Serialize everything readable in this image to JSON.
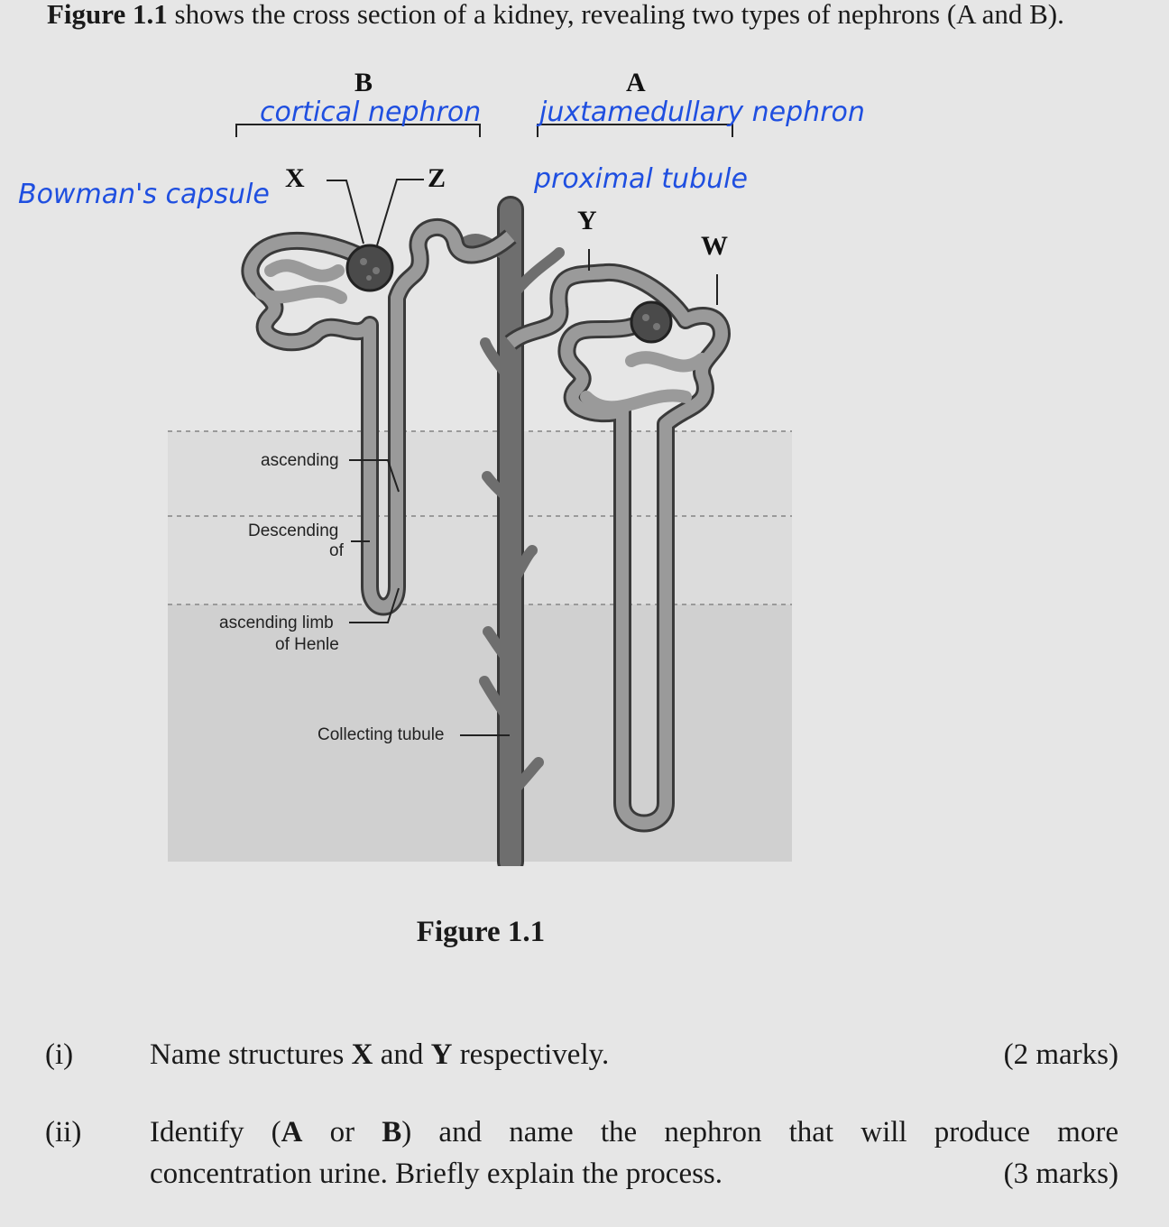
{
  "intro": {
    "fig_ref": "Figure 1.1",
    "text": " shows the cross section of a kidney, revealing two types of nephrons (A and B)."
  },
  "diagram": {
    "labels": {
      "A": "A",
      "B": "B",
      "X": "X",
      "Y": "Y",
      "Z": "Z",
      "W": "W",
      "ascending": "ascending",
      "descending_1": "Descending",
      "descending_2": "of",
      "ascending_limb_1": "ascending limb",
      "ascending_limb_2": "of Henle",
      "collecting_tubule": "Collecting tubule"
    },
    "handwritten": {
      "cortical": "cortical nephron",
      "juxta": "juxtamedullary nephron",
      "bowman": "Bowman's capsule",
      "proximal": "proximal tubule"
    },
    "colors": {
      "tubule_fill": "#9a9a9a",
      "tubule_edge": "#3a3a3a",
      "glomerulus": "#4a4a4a",
      "collecting_duct": "#6e6e6e",
      "medulla_outer": "#dcdcdc",
      "medulla_inner": "#d0d0d0",
      "handwriting": "#1f4fe0"
    }
  },
  "caption": "Figure 1.1",
  "questions": [
    {
      "number": "(i)",
      "pre": "Name structures ",
      "b1": "X",
      "mid": " and ",
      "b2": "Y",
      "post": " respectively.",
      "marks": "(2 marks)"
    },
    {
      "number": "(ii)",
      "line1_pre": "Identify (",
      "line1_b1": "A",
      "line1_or": " or ",
      "line1_b2": "B",
      "line1_post": ") and name the nephron that will produce more",
      "line2": "concentration urine. Briefly explain the process.",
      "marks": "(3 marks)"
    }
  ]
}
